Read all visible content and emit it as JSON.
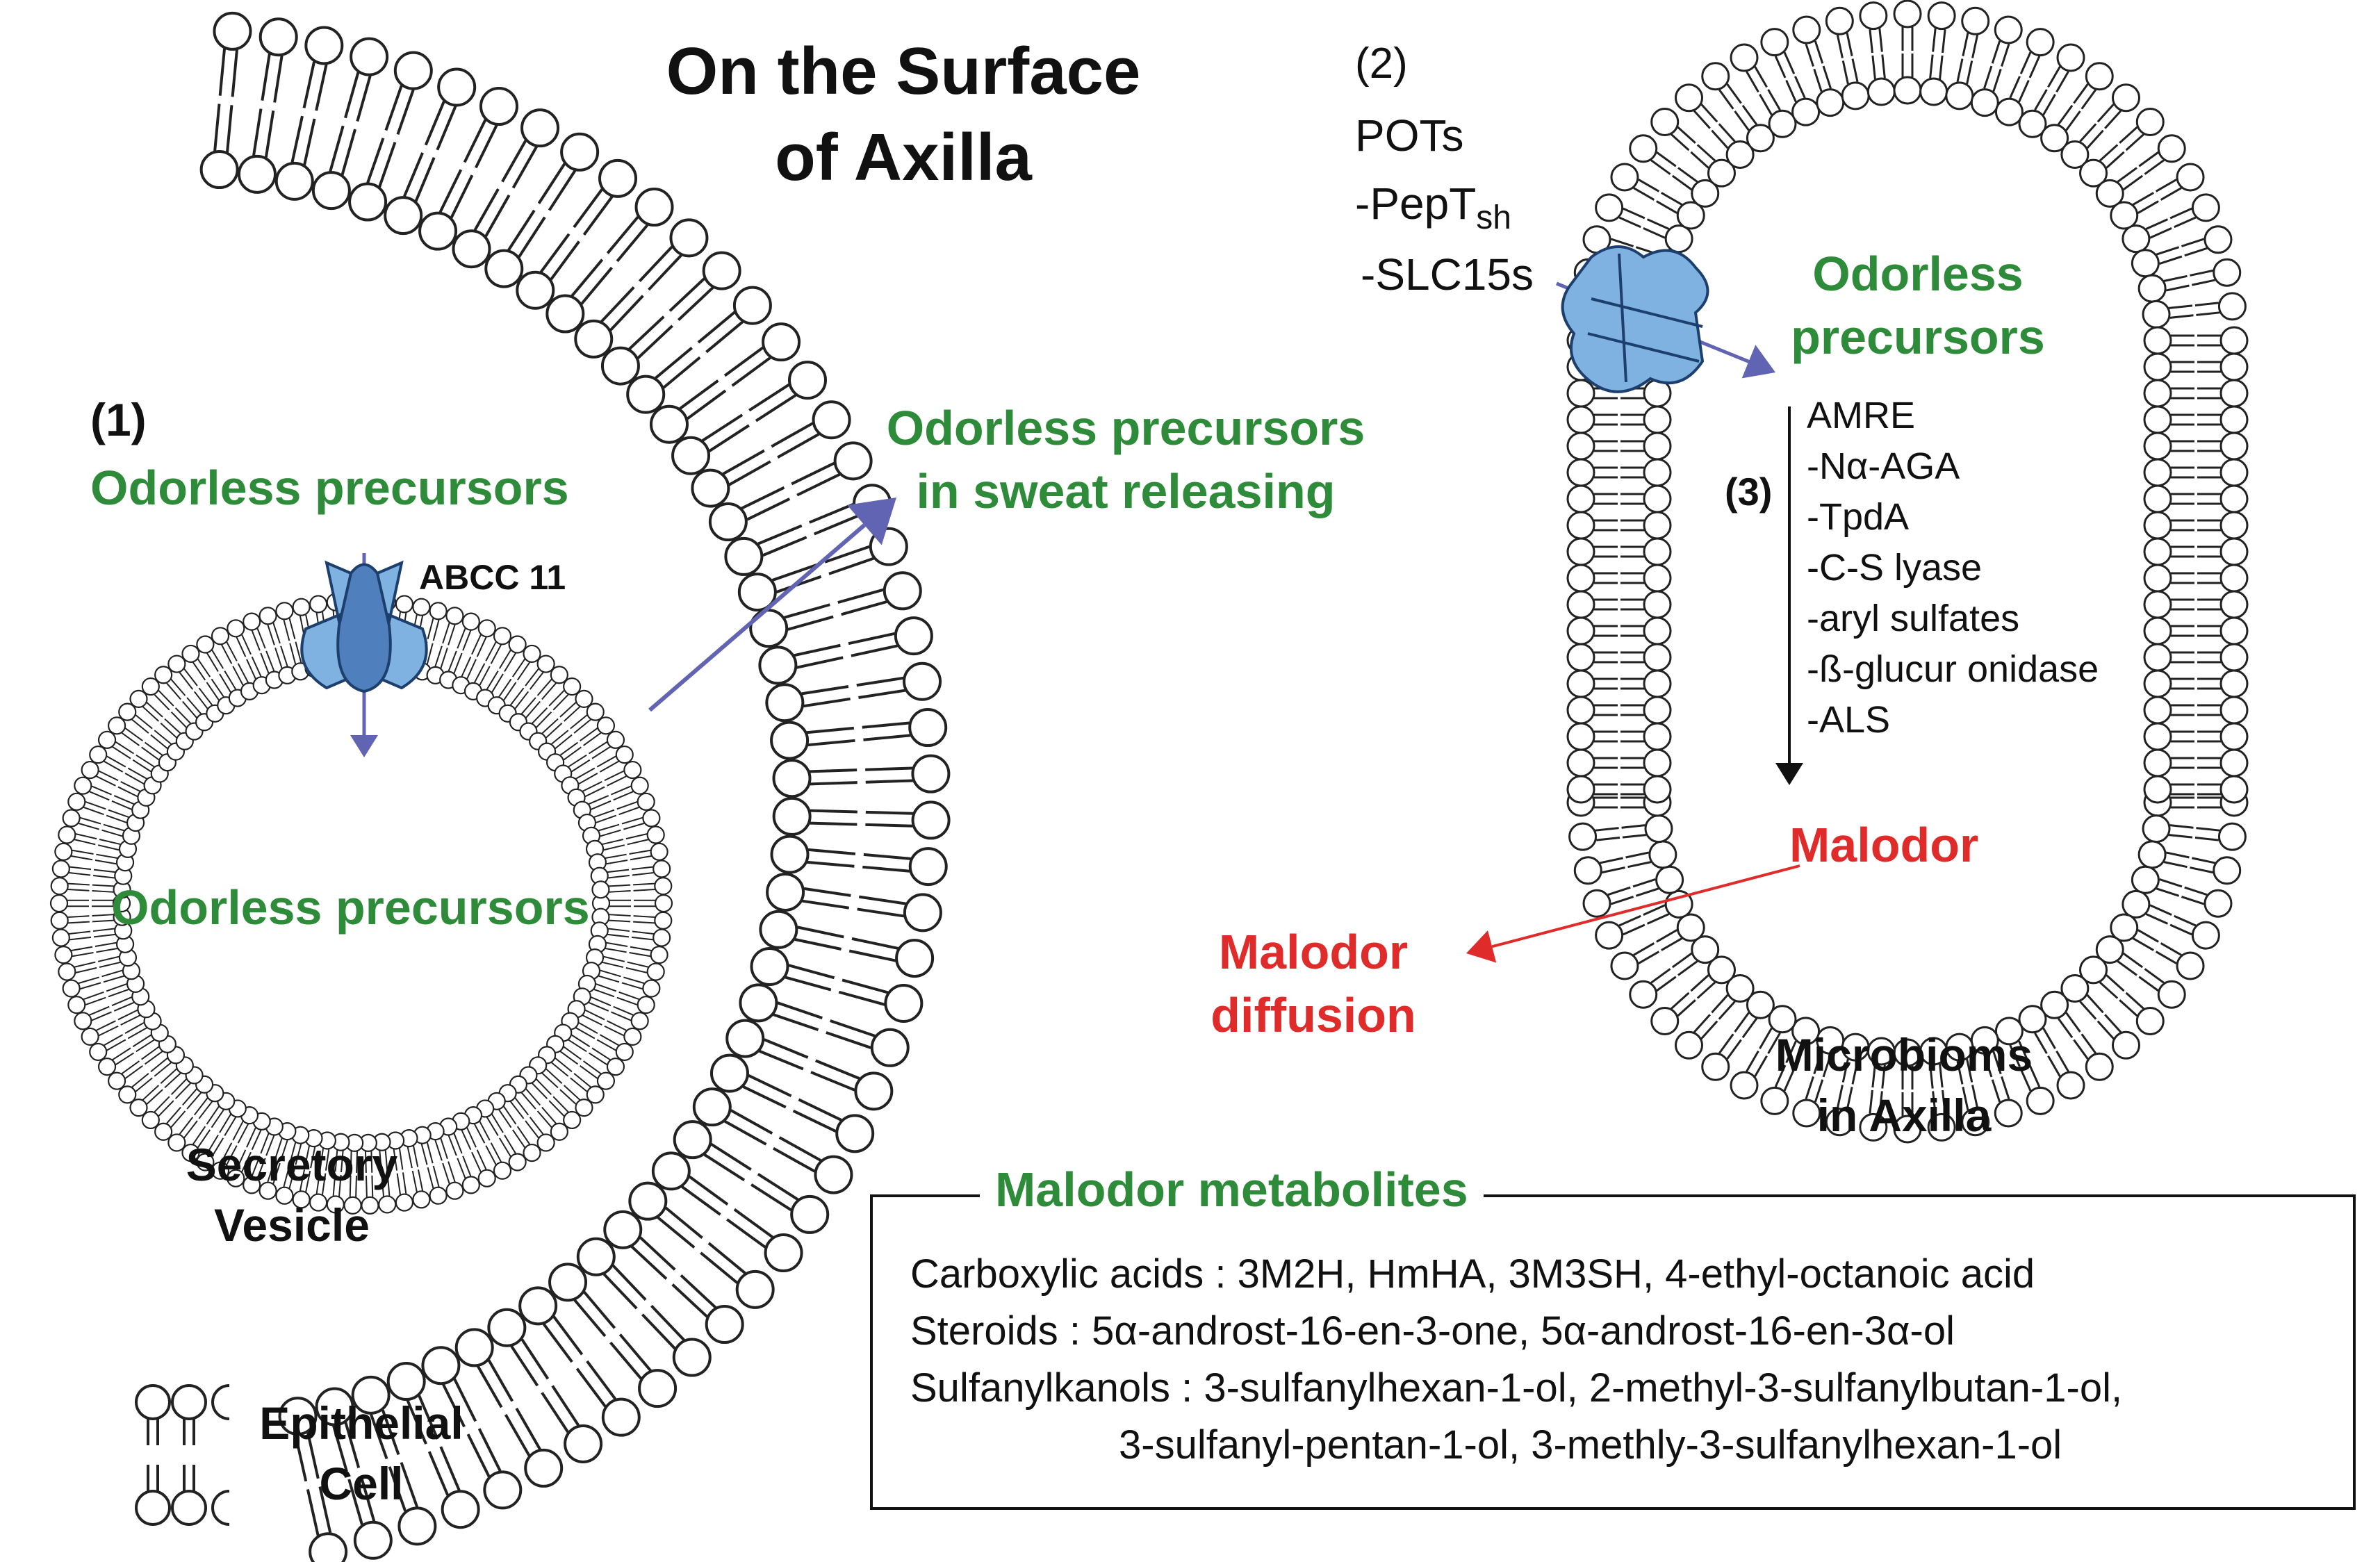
{
  "colors": {
    "green": "#2e8b3a",
    "red": "#e02b2b",
    "arrow_blue": "#6064b2",
    "transporter_dark": "#4f7fbd",
    "transporter_light": "#7fb2e0",
    "membrane_line": "#222222"
  },
  "title": {
    "line1": "On the Surface",
    "line2": "of Axilla"
  },
  "step1": {
    "number": "(1)",
    "incoming": "Odorless precursors",
    "transporter": "ABCC 11",
    "inside_vesicle": "Odorless precursors",
    "vesicle_label_line1": "Secretory",
    "vesicle_label_line2": "Vesicle",
    "released_line1": "Odorless precursors",
    "released_line2": "in sweat releasing",
    "cell_label_line1": "Epithelial",
    "cell_label_line2": "Cell"
  },
  "step2": {
    "number": "(2)",
    "heading": "POTs",
    "item1_main": "-PepT",
    "item1_sub": "sh",
    "item2": "-SLC15s",
    "target_line1": "Odorless",
    "target_line2": "precursors"
  },
  "step3": {
    "number": "(3)",
    "enzymes": [
      "AMRE",
      "-Nα-AGA",
      "-TpdA",
      "-C-S lyase",
      "-aryl sulfates",
      "-ß-glucur onidase",
      "-ALS"
    ],
    "product": "Malodor",
    "diffusion_line1": "Malodor",
    "diffusion_line2": "diffusion",
    "microbe_label_line1": "Microbioms",
    "microbe_label_line2": "in Axilla"
  },
  "metabolites": {
    "title": "Malodor metabolites",
    "lines": [
      "Carboxylic acids : 3M2H, HmHA, 3M3SH, 4-ethyl-octanoic acid",
      "Steroids : 5α-androst-16-en-3-one, 5α-androst-16-en-3α-ol",
      "Sulfanylkanols : 3-sulfanylhexan-1-ol, 2-methyl-3-sulfanylbutan-1-ol,",
      "3-sulfanyl-pentan-1-ol, 3-methly-3-sulfanylhexan-1-ol"
    ]
  }
}
